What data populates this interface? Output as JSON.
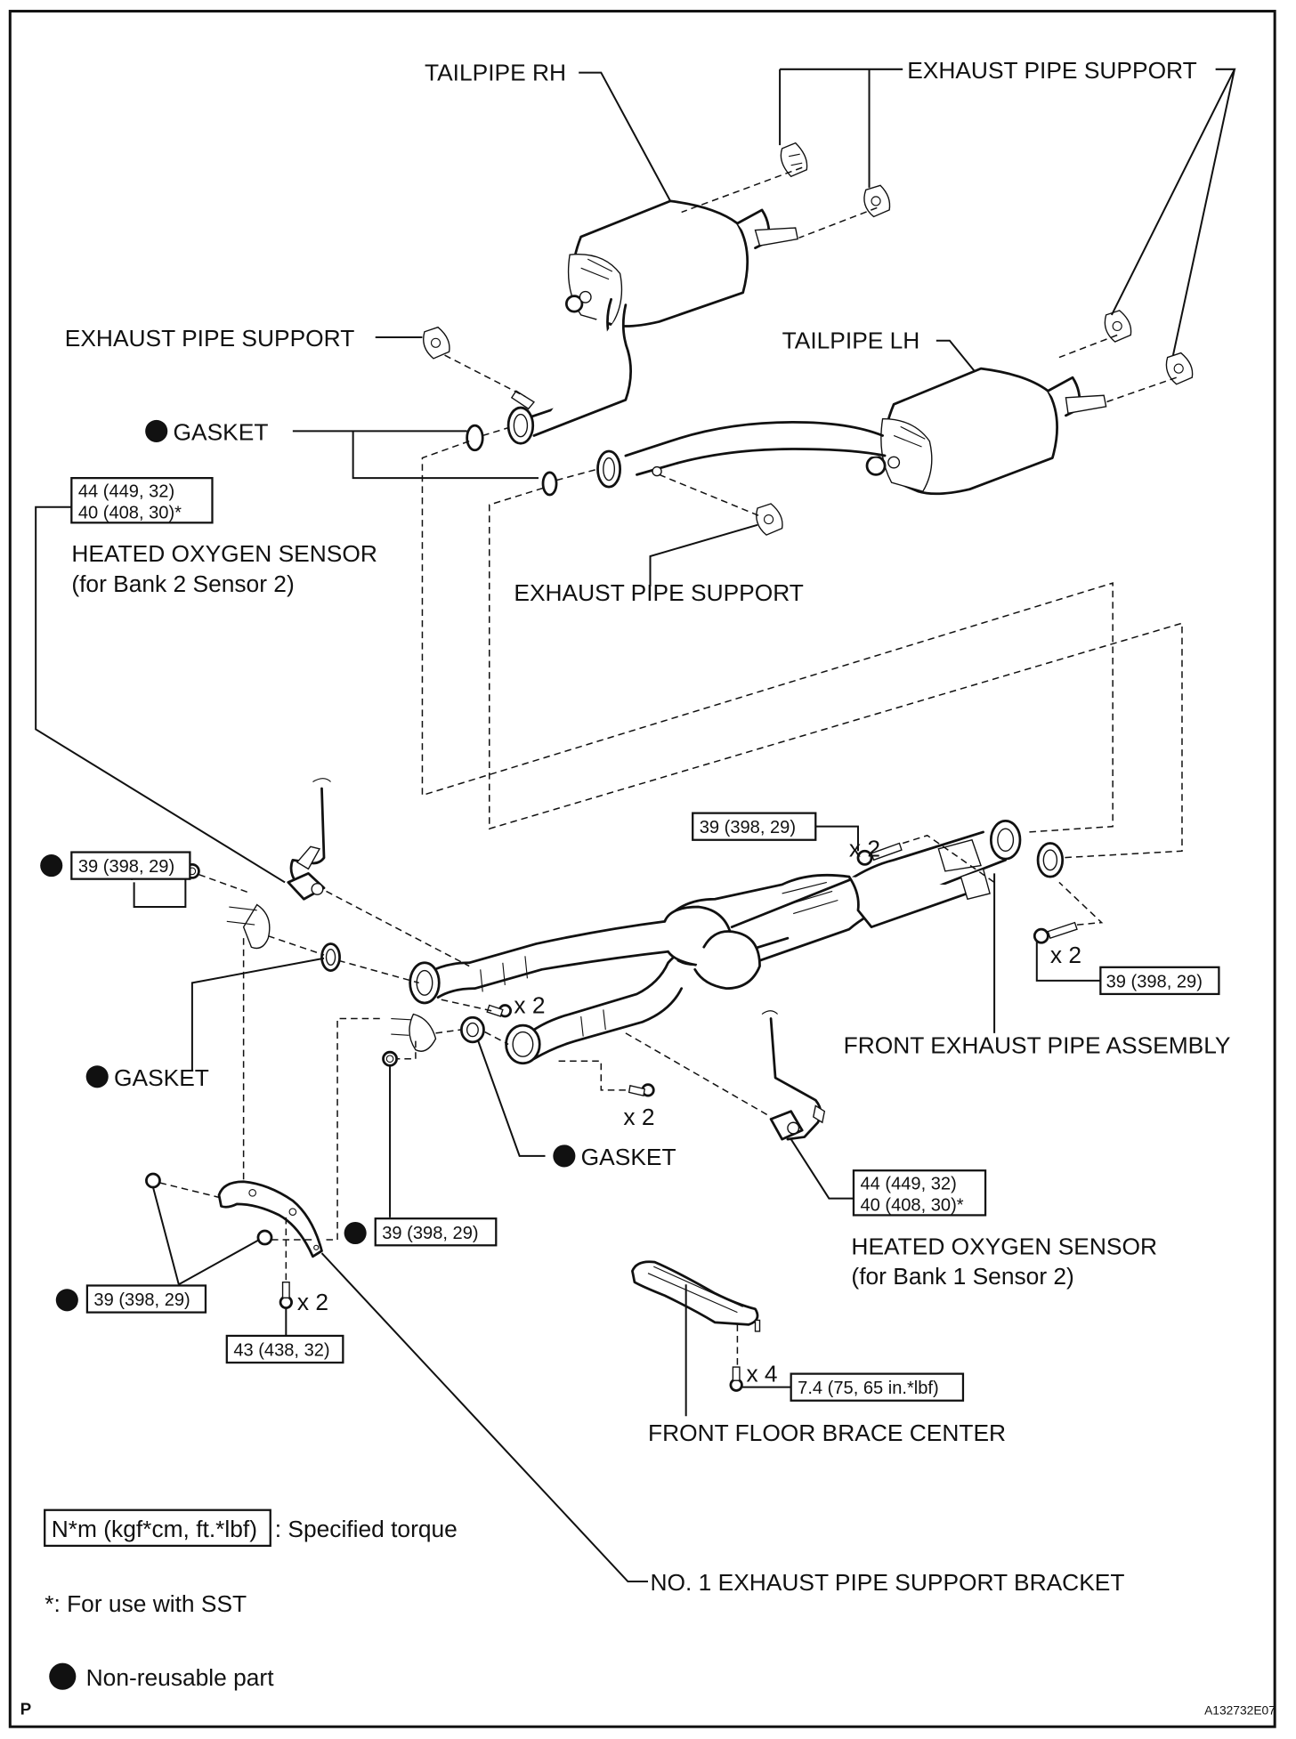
{
  "diagram": {
    "title": "Exhaust system components",
    "page_marker": "P",
    "figure_code": "A132732E07"
  },
  "labels": {
    "tailpipe_rh": "TAILPIPE RH",
    "tailpipe_lh": "TAILPIPE LH",
    "exhaust_pipe_support_top": "EXHAUST PIPE SUPPORT",
    "exhaust_pipe_support_left": "EXHAUST PIPE SUPPORT",
    "exhaust_pipe_support_mid": "EXHAUST PIPE SUPPORT",
    "gasket_upper": "GASKET",
    "gasket_left": "GASKET",
    "gasket_center": "GASKET",
    "heated_oxygen_sensor_b2": "HEATED OXYGEN SENSOR",
    "heated_oxygen_sensor_b2_sub": "(for Bank 2 Sensor 2)",
    "heated_oxygen_sensor_b1": "HEATED OXYGEN SENSOR",
    "heated_oxygen_sensor_b1_sub": "(for Bank 1 Sensor 2)",
    "front_exhaust_pipe_assembly": "FRONT EXHAUST PIPE ASSEMBLY",
    "front_floor_brace_center": "FRONT FLOOR BRACE CENTER",
    "no1_exhaust_pipe_support_bracket": "NO. 1 EXHAUST PIPE SUPPORT BRACKET"
  },
  "torques": {
    "sensor_b2_line1": "44 (449, 32)",
    "sensor_b2_line2": "40 (408, 30)*",
    "sensor_b1_line1": "44 (449, 32)",
    "sensor_b1_line2": "40 (408, 30)*",
    "rear_flange_bolts": "39 (398, 29)",
    "right_flange_bolts": "39 (398, 29)",
    "left_nut_upper": "39 (398, 29)",
    "center_nut": "39 (398, 29)",
    "bracket_nuts": "39 (398, 29)",
    "bracket_bolts": "43 (438, 32)",
    "floor_brace_bolts": "7.4 (75, 65 in.*lbf)"
  },
  "quantities": {
    "rear_flange_bolts": "x 2",
    "right_flange_bolts": "x 2",
    "center_bolts_upper": "x 2",
    "center_bolts_lower": "x 2",
    "bracket_bolts": "x 2",
    "floor_brace_bolts": "x 4"
  },
  "legend": {
    "torque_unit_box": "N*m (kgf*cm, ft.*lbf)",
    "torque_unit_desc": ": Specified torque",
    "sst_note": "*: For use with SST",
    "non_reusable": "Non-reusable part"
  }
}
